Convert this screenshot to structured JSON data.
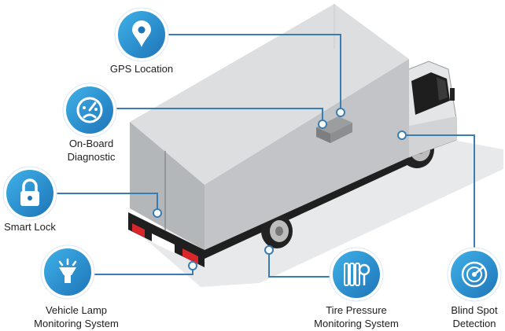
{
  "colors": {
    "accent": "#1E74B8",
    "accent_light": "#3FB1E8",
    "connector": "#3A7DB3",
    "truck_box_front": "#C9CBCE",
    "truck_box_side": "#B5B8BB",
    "truck_box_top": "#DCDEE0",
    "shadow": "#E6E7E8"
  },
  "features": [
    {
      "id": "gps",
      "icon": "map-pin-icon",
      "lines": [
        "GPS Location"
      ]
    },
    {
      "id": "obd",
      "icon": "gauge-icon",
      "lines": [
        "On-Board",
        "Diagnostic"
      ]
    },
    {
      "id": "lock",
      "icon": "padlock-icon",
      "lines": [
        "Smart Lock"
      ]
    },
    {
      "id": "lamp",
      "icon": "lamp-icon",
      "lines": [
        "Vehicle Lamp",
        "Monitoring System"
      ]
    },
    {
      "id": "tire",
      "icon": "tire-gauge-icon",
      "lines": [
        "Tire Pressure",
        "Monitoring System"
      ]
    },
    {
      "id": "blind",
      "icon": "radar-icon",
      "lines": [
        "Blind Spot",
        "Detection"
      ]
    }
  ]
}
